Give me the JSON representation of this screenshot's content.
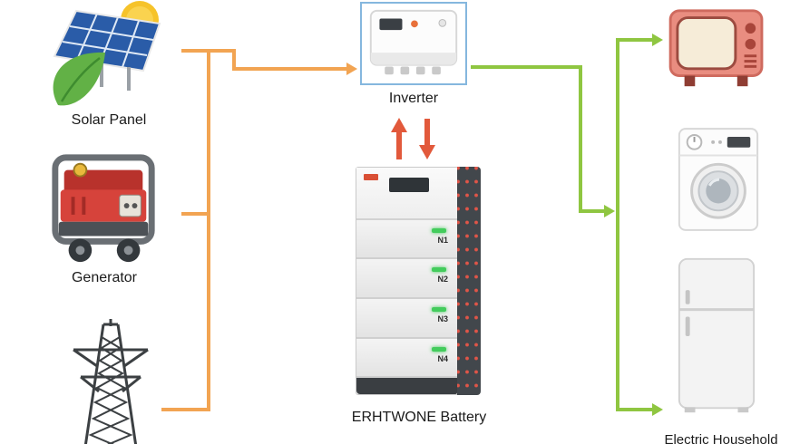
{
  "colors": {
    "source_line": "#f2a452",
    "flow_line": "#e2593b",
    "load_line": "#8fc641",
    "inverter_frame": "#85b7de"
  },
  "nodes": {
    "solar_panel": {
      "label": "Solar Panel"
    },
    "generator": {
      "label": "Generator"
    },
    "inverter": {
      "label": "Inverter"
    },
    "battery": {
      "label": "ERHTWONE Battery",
      "modules": [
        "N1",
        "N2",
        "N3",
        "N4"
      ]
    },
    "appliances": {
      "label": "Electric Household"
    }
  }
}
